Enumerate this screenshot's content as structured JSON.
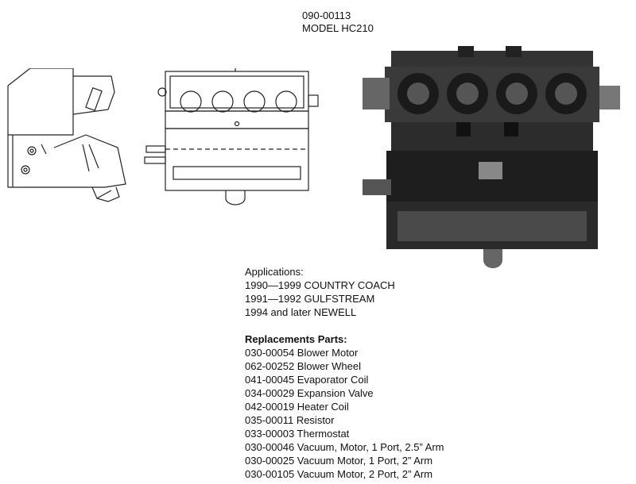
{
  "header": {
    "part_number": "090-00113",
    "model": "MODEL HC210"
  },
  "applications": {
    "title": "Applications:",
    "items": [
      "1990—1999 COUNTRY COACH",
      "1991—1992 GULFSTREAM",
      "1994 and later NEWELL"
    ]
  },
  "replacement_parts": {
    "title": "Replacements Parts:",
    "items": [
      "030-00054 Blower Motor",
      "062-00252 Blower Wheel",
      "041-00045 Evaporator Coil",
      "034-00029 Expansion Valve",
      "042-00019 Heater Coil",
      "035-00011 Resistor",
      "033-00003 Thermostat",
      "030-00046 Vacuum, Motor, 1 Port, 2.5” Arm",
      "030-00025 Vacuum Motor, 1 Port, 2” Arm",
      "030-00105 Vacuum Motor, 2 Port, 2” Arm"
    ]
  }
}
